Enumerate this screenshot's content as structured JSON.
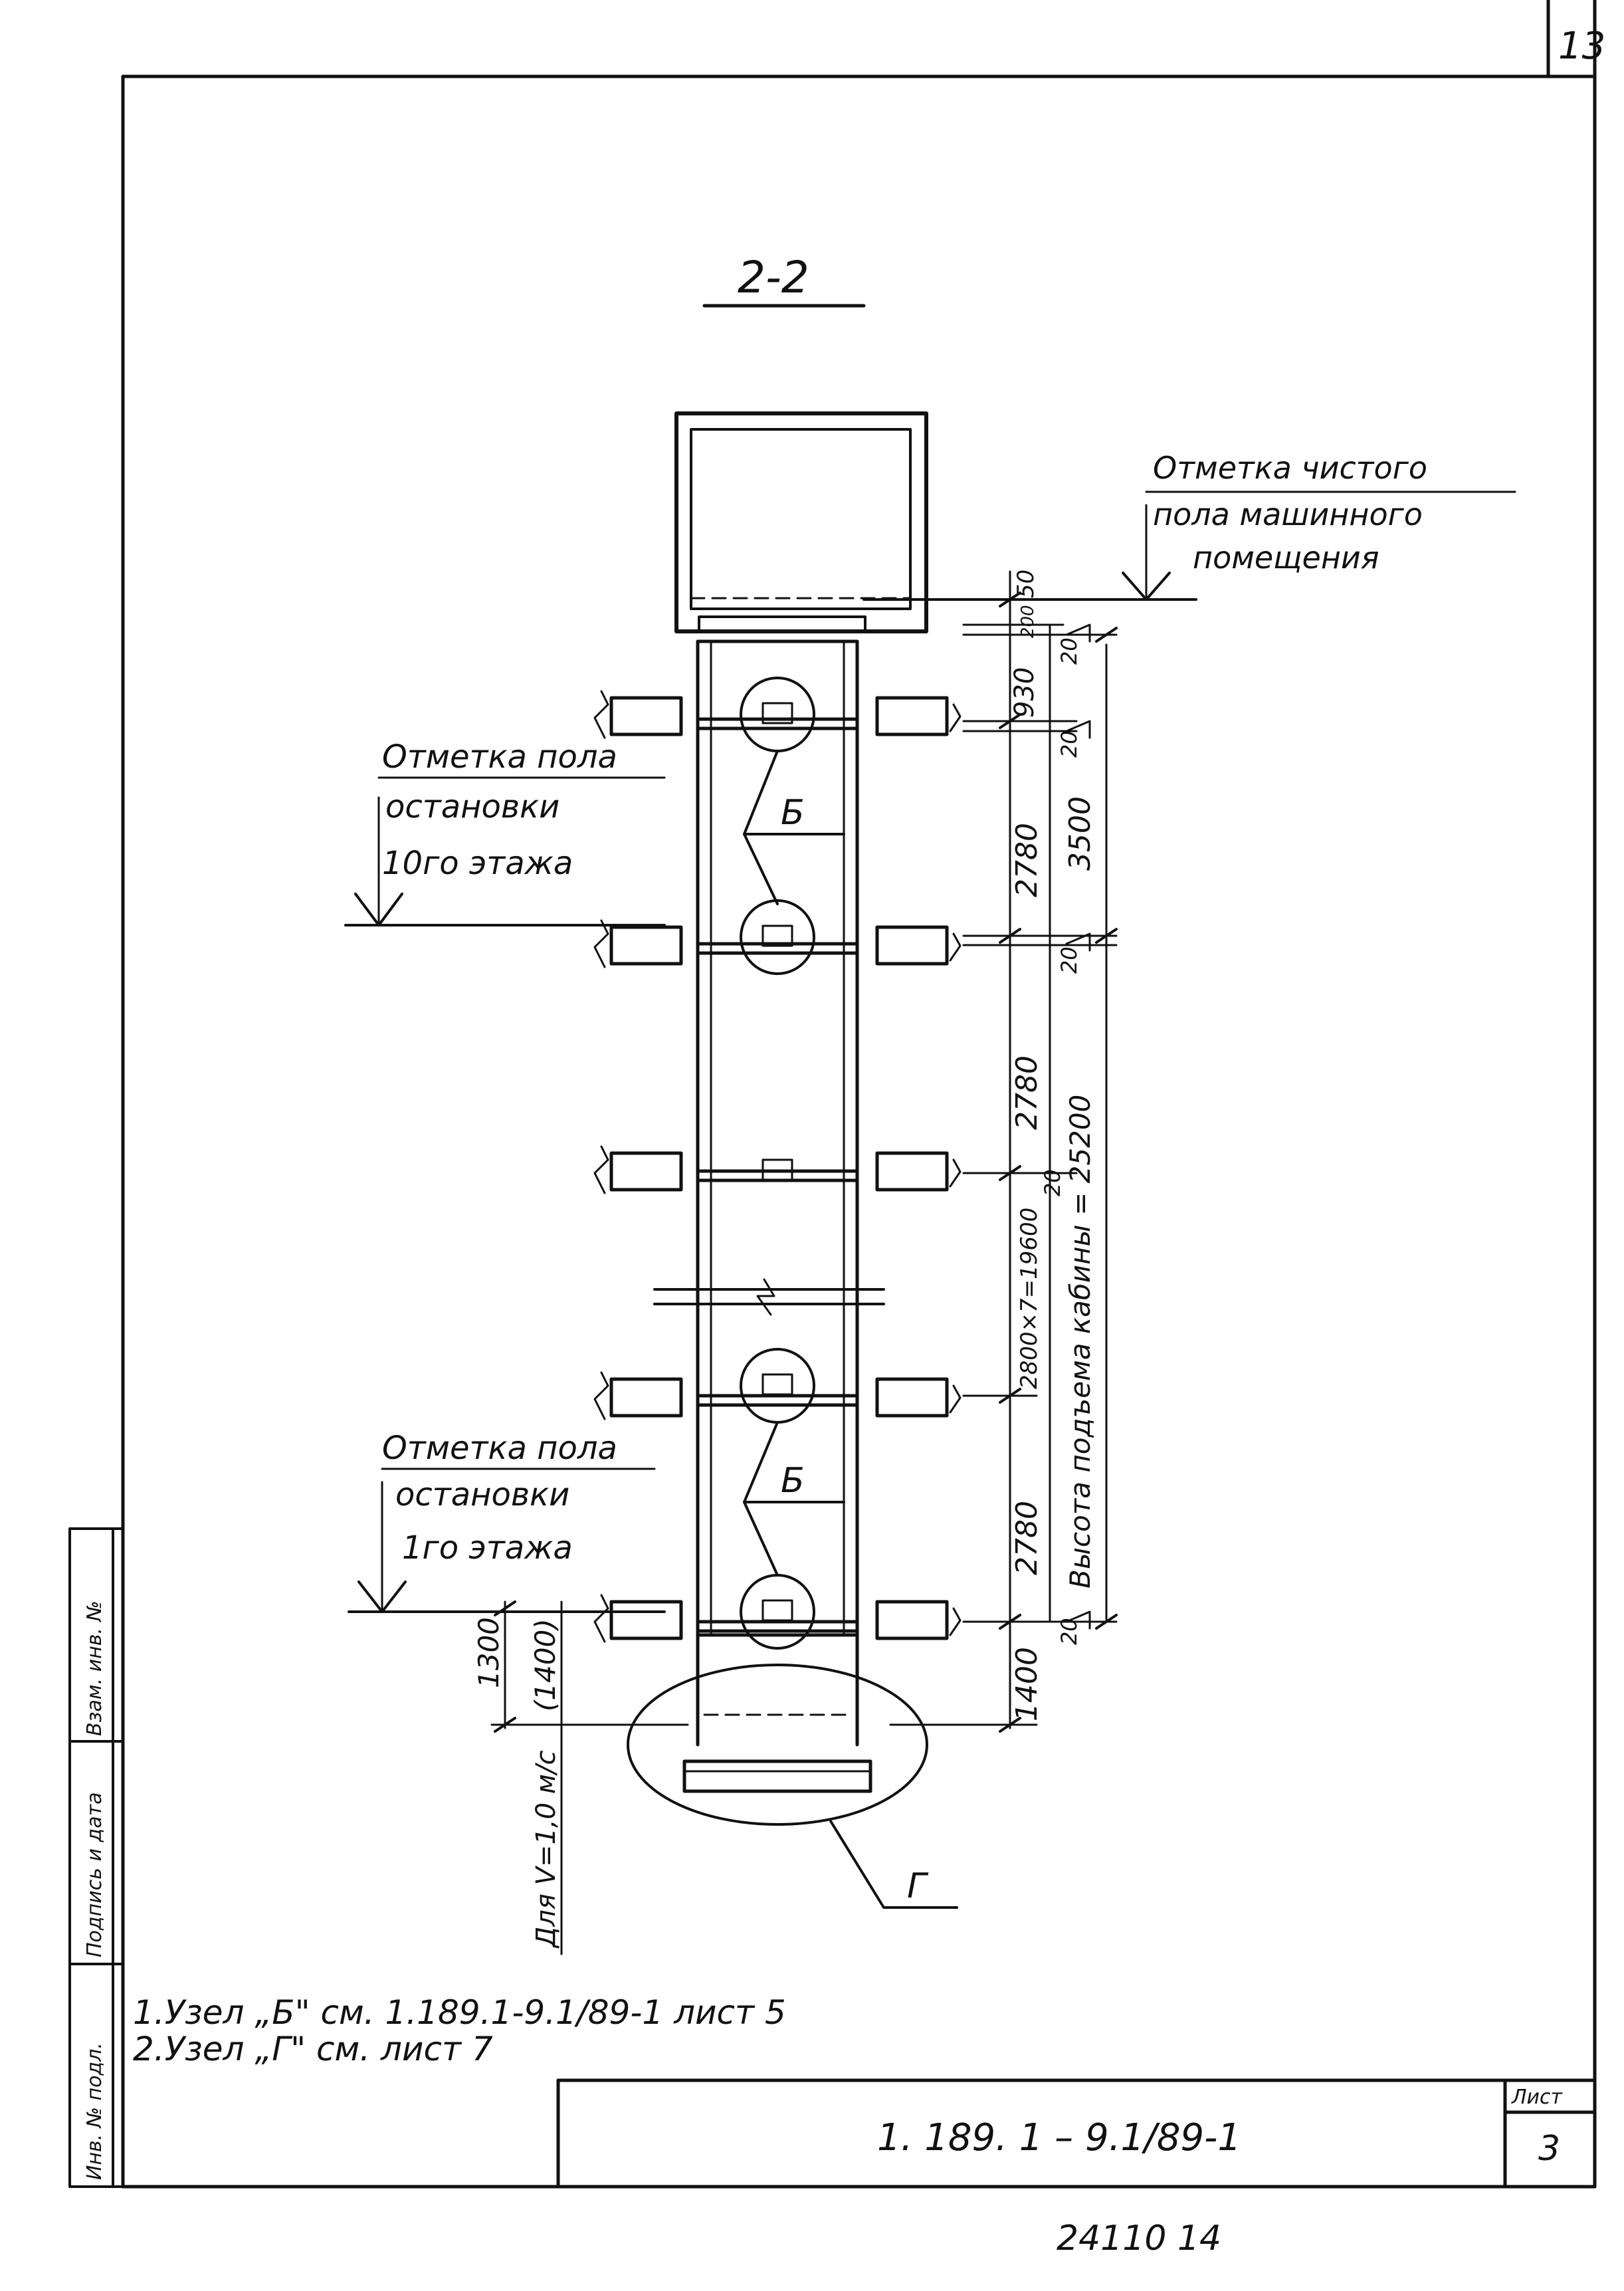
{
  "sheet": {
    "corner_number": "13",
    "sheet_label": "Лист",
    "sheet_number": "3",
    "document_code": "1. 189. 1 – 9.1/89-1",
    "archive_number": "24110   14"
  },
  "section": {
    "title": "2-2"
  },
  "side_stamp": [
    "Инв. № подл.",
    "Подпись и дата",
    "Взам. инв. №"
  ],
  "labels": {
    "machine_room": [
      "Отметка чистого",
      "пола машинного",
      "помещения"
    ],
    "floor10": [
      "Отметка пола",
      "остановки",
      "10го этажа"
    ],
    "floor1": [
      "Отметка пола",
      "остановки",
      "1го этажа"
    ],
    "node_b": "Б",
    "node_g": "Г"
  },
  "dimensions": {
    "d50": "50",
    "d200": "200",
    "d20": "20",
    "d930": "930",
    "d2780": "2780",
    "d3500": "3500",
    "d19600": "2800×7=19600",
    "d1400": "1400",
    "d1300": "1300",
    "d1400p": "(1400)",
    "speed_note": "Для V=1,0 м/с",
    "travel_height": "Высота подъема кабины = 25200"
  },
  "notes": [
    "1.Узел „Б\" см. 1.189.1-9.1/89-1 лист 5",
    "2.Узел „Г\" см. лист 7"
  ]
}
